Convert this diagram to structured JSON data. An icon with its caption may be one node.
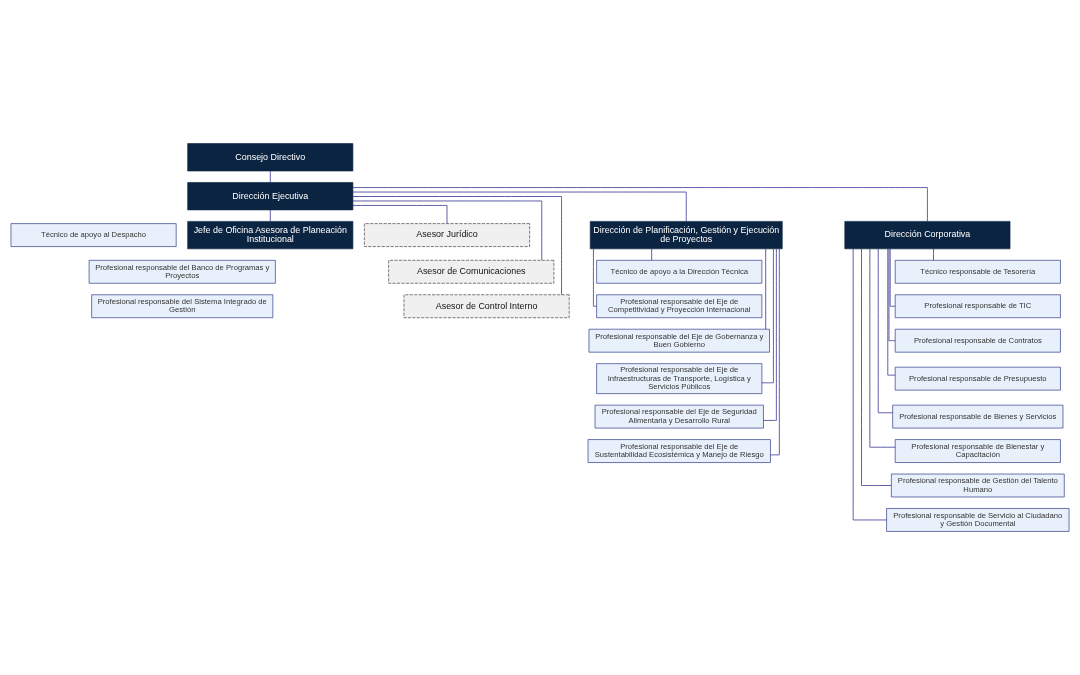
{
  "diagram": {
    "nodes": [
      {
        "text": [
          "Consejo Directivo"
        ]
      },
      {
        "text": [
          "Dirección Ejecutiva"
        ]
      },
      {
        "text": [
          "Técnico de apoyo al Despacho"
        ]
      },
      {
        "text": [
          "Asesor Jurídico"
        ]
      },
      {
        "text": [
          "Asesor de Comunicaciones"
        ]
      },
      {
        "text": [
          "Asesor de Control Interno"
        ]
      },
      {
        "text": [
          "Jefe de Oficina Asesora de Planeación Institucional"
        ]
      },
      {
        "text": [
          "Profesional responsable del Banco de Programas y Proyectos"
        ]
      },
      {
        "text": [
          "Profesional responsable del Sistema Integrado de Gestión"
        ]
      },
      {
        "text": [
          "Dirección de Planificación, Gestión y Ejecución de Proyectos"
        ]
      },
      {
        "text": [
          "Dirección Corporativa"
        ]
      },
      {
        "text": [
          "Técnico de apoyo a la Dirección Técnica"
        ]
      },
      {
        "text": [
          "Profesional responsable del Eje de Competitividad y Proyección Internacional"
        ]
      },
      {
        "text": [
          "Profesional responsable del Eje de Gobernanza y Buen Gobierno"
        ]
      },
      {
        "text": [
          "Profesional responsable del Eje de Infraestructuras de Transporte, Logística y Servicios Públicos"
        ]
      },
      {
        "text": [
          "Profesional responsable del Eje de Seguridad Alimentaria y Desarrollo Rural"
        ]
      },
      {
        "text": [
          "Profesional responsable del Eje de Sustentabilidad Ecosistémica y Manejo de Riesgo"
        ]
      },
      {
        "text": [
          "Técnico responsable de Tesorería"
        ]
      },
      {
        "text": [
          "Profesional responsable de TIC"
        ]
      },
      {
        "text": [
          "Profesional responsable de Contratos"
        ]
      },
      {
        "text": [
          "Profesional responsable de Presupuesto"
        ]
      },
      {
        "text": [
          "Profesional responsable de Bienes y Servicios"
        ]
      },
      {
        "text": [
          "Profesional responsable de Bienestar y Capacitación"
        ]
      },
      {
        "text": [
          "Profesional responsable de Gestión del Talento Humano"
        ]
      },
      {
        "text": [
          "Profesional responsable de Servicio al Ciudadano y Gestión Documental"
        ]
      }
    ],
    "edges": [
      {
        "from": 0,
        "to": 1,
        "arrow": "none"
      },
      {
        "from": 1,
        "to": 3,
        "arrow": "none"
      },
      {
        "from": 1,
        "to": 4,
        "arrow": "none"
      },
      {
        "from": 1,
        "to": 5,
        "arrow": "none"
      },
      {
        "from": 1,
        "to": 6,
        "arrow": "none"
      },
      {
        "from": 1,
        "to": 9,
        "arrow": "none"
      },
      {
        "from": 1,
        "to": 10,
        "arrow": "none"
      },
      {
        "from": 9,
        "to": 11,
        "arrow": "none"
      },
      {
        "from": 9,
        "to": 12,
        "arrow": "none"
      },
      {
        "from": 9,
        "to": 13,
        "arrow": "none"
      },
      {
        "from": 9,
        "to": 14,
        "arrow": "none"
      },
      {
        "from": 9,
        "to": 15,
        "arrow": "none"
      },
      {
        "from": 9,
        "to": 16,
        "arrow": "none"
      },
      {
        "from": 10,
        "to": 17,
        "arrow": "none"
      },
      {
        "from": 10,
        "to": 18,
        "arrow": "none"
      },
      {
        "from": 10,
        "to": 19,
        "arrow": "none"
      },
      {
        "from": 10,
        "to": 20,
        "arrow": "none"
      },
      {
        "from": 10,
        "to": 21,
        "arrow": "none"
      },
      {
        "from": 10,
        "to": 22,
        "arrow": "none"
      },
      {
        "from": 10,
        "to": 23,
        "arrow": "none"
      },
      {
        "from": 10,
        "to": 24,
        "arrow": "none"
      }
    ]
  }
}
